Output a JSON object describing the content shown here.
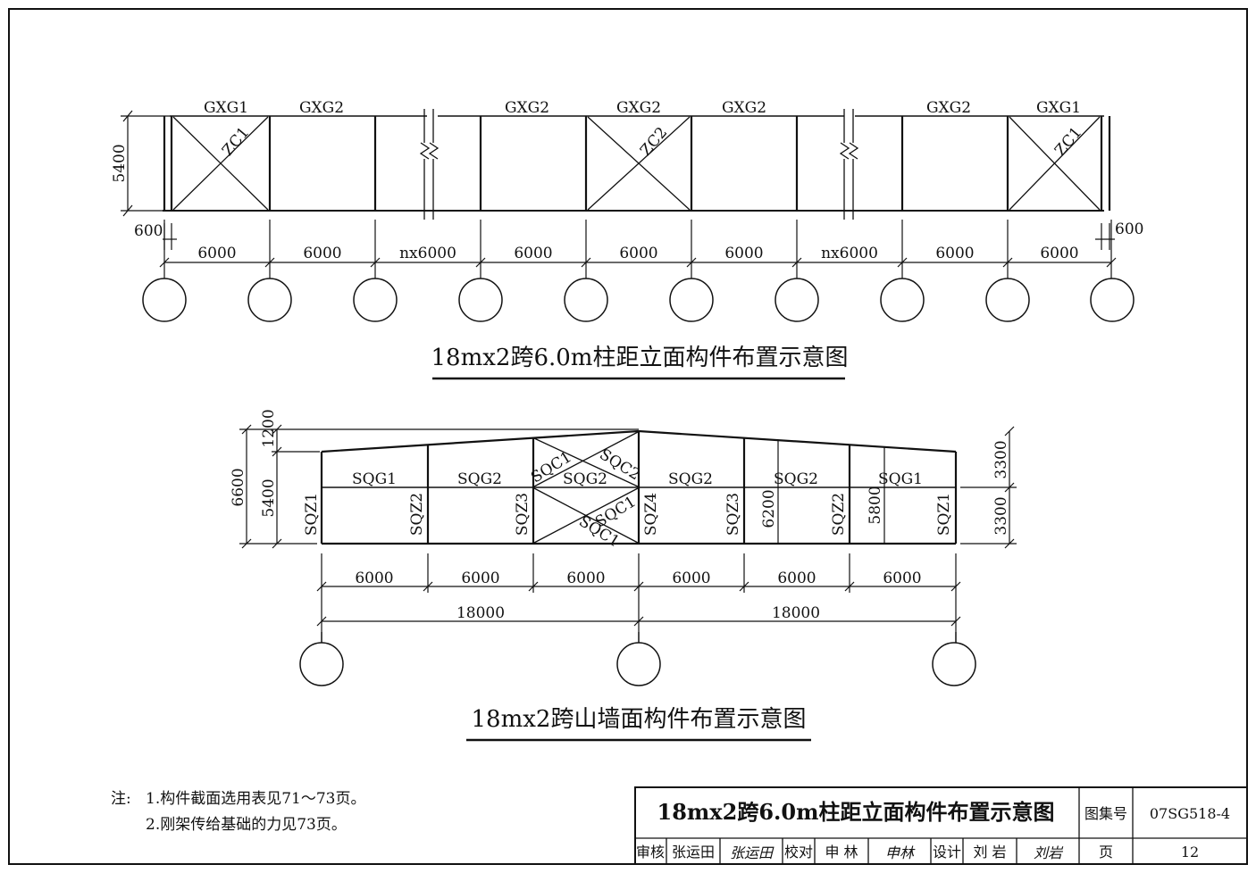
{
  "elevation": {
    "title": "18mx2跨6.0m柱距立面构件布置示意图",
    "height_dim": "5400",
    "beam_labels": [
      "GXG1",
      "GXG2",
      "GXG2",
      "GXG2",
      "GXG2",
      "GXG2",
      "GXG1"
    ],
    "brace_labels": [
      "ZC1",
      "ZC2",
      "ZC1"
    ],
    "bay_dims": [
      "6000",
      "6000",
      "nx6000",
      "6000",
      "6000",
      "6000",
      "nx6000",
      "6000",
      "6000"
    ],
    "end_offset_left": "600",
    "end_offset_right": "600"
  },
  "gable": {
    "title": "18mx2跨山墙面构件布置示意图",
    "left_dims": [
      "6600",
      "1200",
      "5400"
    ],
    "right_dims": [
      "3300",
      "3300"
    ],
    "beam_labels": [
      "SQG1",
      "SQG2",
      "SQG2",
      "SQG2",
      "SQG2",
      "SQG1"
    ],
    "brace_labels": [
      "SQC1",
      "SQC2",
      "SQC1",
      "SQC1"
    ],
    "column_labels": [
      "SQZ1",
      "SQZ2",
      "SQZ3",
      "SQZ4",
      "SQZ3",
      "SQZ2",
      "SQZ1"
    ],
    "inner_heights": [
      "6200",
      "5800"
    ],
    "bay_dims": [
      "6000",
      "6000",
      "6000",
      "6000",
      "6000",
      "6000"
    ],
    "span_dims": [
      "18000",
      "18000"
    ]
  },
  "notes": {
    "prefix": "注:",
    "items": [
      "1.构件截面选用表见71～73页。",
      "2.刚架传给基础的力见73页。"
    ]
  },
  "title_block": {
    "title": "18mx2跨6.0m柱距立面构件布置示意图",
    "atlas_label": "图集号",
    "atlas_no": "07SG518-4",
    "review_label": "审核",
    "reviewer": "张运田",
    "reviewer_sign": "张运田",
    "check_label": "校对",
    "checker": "申 林",
    "checker_sign": "申林",
    "design_label": "设计",
    "designer": "刘 岩",
    "designer_sign": "刘岩",
    "page_label": "页",
    "page_no": "12"
  }
}
